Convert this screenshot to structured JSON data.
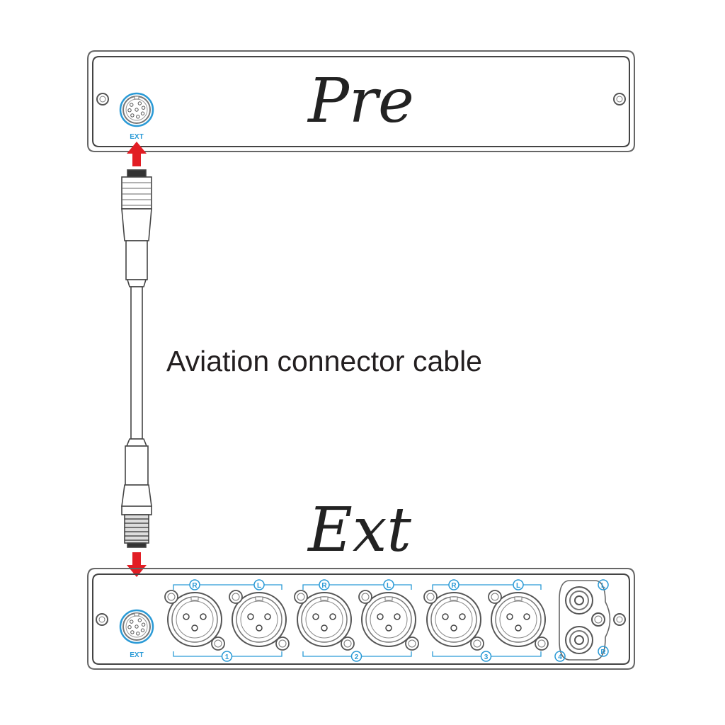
{
  "top_device": {
    "title": "Pre",
    "port_label": "EXT"
  },
  "cable": {
    "caption": "Aviation connector cable"
  },
  "bottom_device": {
    "title": "Ext",
    "port_label": "EXT",
    "xlr_groups": [
      {
        "number": "1",
        "left_label": "R",
        "right_label": "L"
      },
      {
        "number": "2",
        "left_label": "R",
        "right_label": "L"
      },
      {
        "number": "3",
        "left_label": "R",
        "right_label": "L"
      }
    ],
    "rca_group": {
      "number": "4",
      "top_label": "L",
      "bottom_label": "R"
    }
  },
  "colors": {
    "arrow": "#e21d24",
    "label": "#2a9ad6",
    "line": "#555555"
  }
}
